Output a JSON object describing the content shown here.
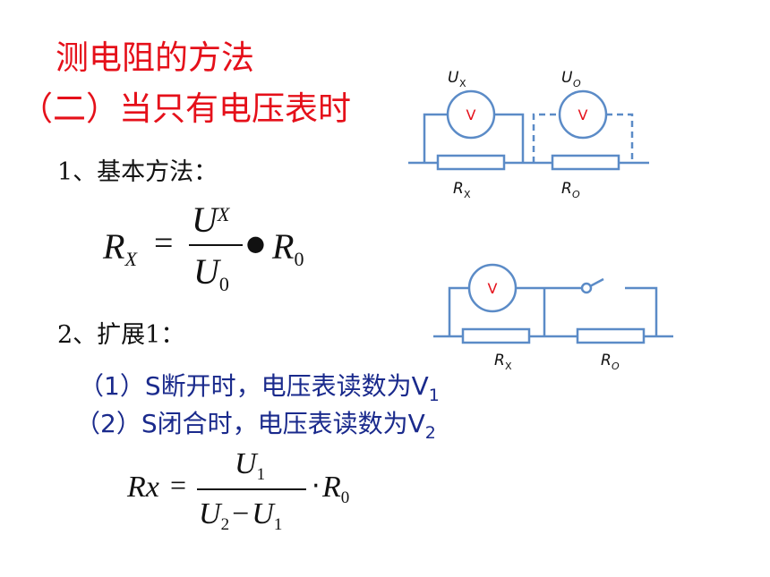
{
  "title": "测电阻的方法",
  "subtitle": "（二）当只有电压表时",
  "section1": {
    "label": "1、基本方法："
  },
  "formula1": {
    "lhs": "R",
    "lhs_sub": "X",
    "eq": "=",
    "num": "U",
    "num_sub": "X",
    "den": "U",
    "den_sub": "0",
    "dot": "●",
    "rhs": "R",
    "rhs_sub": "0"
  },
  "section2": {
    "label": "2、扩展1："
  },
  "step1": {
    "text": "（1）S断开时，电压表读数为V",
    "sub": "1"
  },
  "step2": {
    "text": "（2）S闭合时，电压表读数为V",
    "sub": "2"
  },
  "formula2": {
    "lhs": "Rx",
    "eq": "=",
    "num": "U",
    "num_sub": "1",
    "den_a": "U",
    "den_a_sub": "2",
    "minus": "−",
    "den_b": "U",
    "den_b_sub": "1",
    "dot": "·",
    "rhs": "R",
    "rhs_sub": "0"
  },
  "circuit1": {
    "meter_a": "V",
    "meter_b": "V",
    "ux": "U",
    "ux_sub": "X",
    "uo": "U",
    "uo_sub": "O",
    "rx": "R",
    "rx_sub": "X",
    "ro": "R",
    "ro_sub": "O"
  },
  "circuit2": {
    "meter": "V",
    "rx": "R",
    "rx_sub": "X",
    "ro": "R",
    "ro_sub": "O"
  },
  "colors": {
    "title": "#e5101a",
    "wire": "#5b8bc7",
    "text_blue": "#1a2a8c",
    "meter_label": "#e5101a"
  }
}
